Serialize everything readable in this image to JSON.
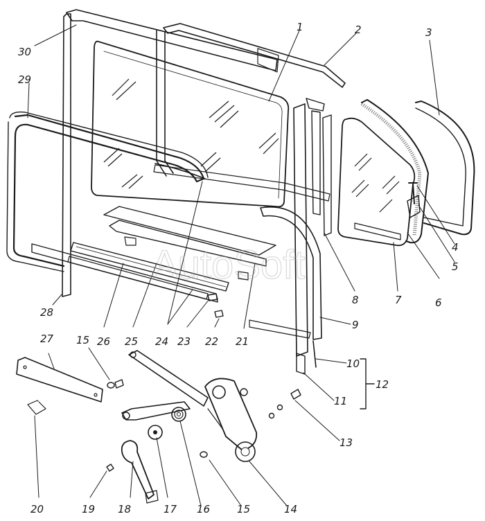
{
  "diagram": {
    "kind": "exploded-assembly",
    "watermark": "AutoSoft",
    "callouts": [
      "1",
      "2",
      "3",
      "4",
      "5",
      "6",
      "7",
      "8",
      "9",
      "10",
      "11",
      "12",
      "13",
      "14",
      "15",
      "15",
      "16",
      "17",
      "18",
      "19",
      "20",
      "21",
      "22",
      "23",
      "24",
      "25",
      "26",
      "27",
      "28",
      "29",
      "30"
    ]
  },
  "colors": {
    "ink": "#1a1a1a",
    "paper": "#ffffff",
    "watermark": "#b0b0b0"
  }
}
